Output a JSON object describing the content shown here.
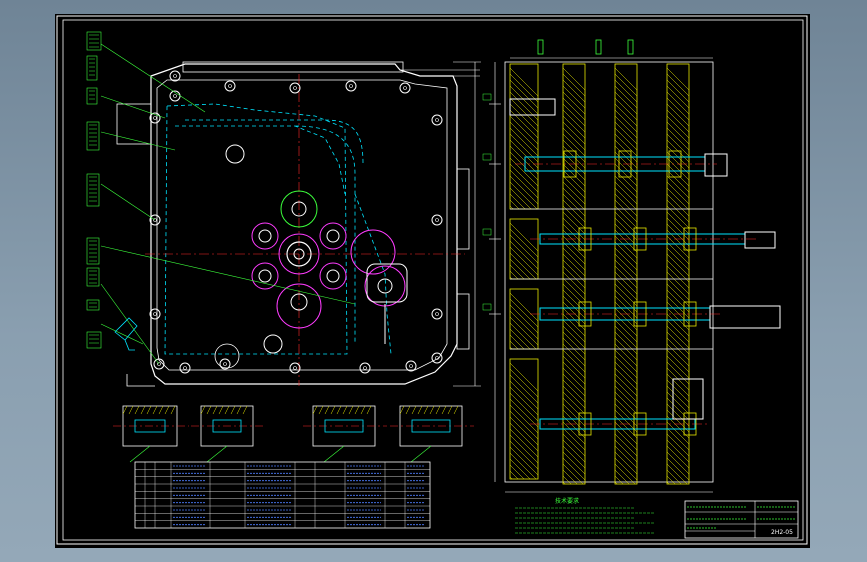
{
  "drawing": {
    "drawing_number": "2H2-05",
    "tech_requirements_title": "技术要求",
    "table_title": "标题栏"
  },
  "colors": {
    "background": "#000000",
    "frame": "#ffffff",
    "outline_cyan": "#00e5ff",
    "hatch_yellow": "#e8e800",
    "centerline_red": "#ff2a2a",
    "note_green": "#3cff3c",
    "gear_magenta": "#ff3cff",
    "table_blue": "#4d7dff"
  },
  "icons": {
    "arrow": "leader-arrow-icon",
    "bolt": "bolt-hole-icon"
  }
}
